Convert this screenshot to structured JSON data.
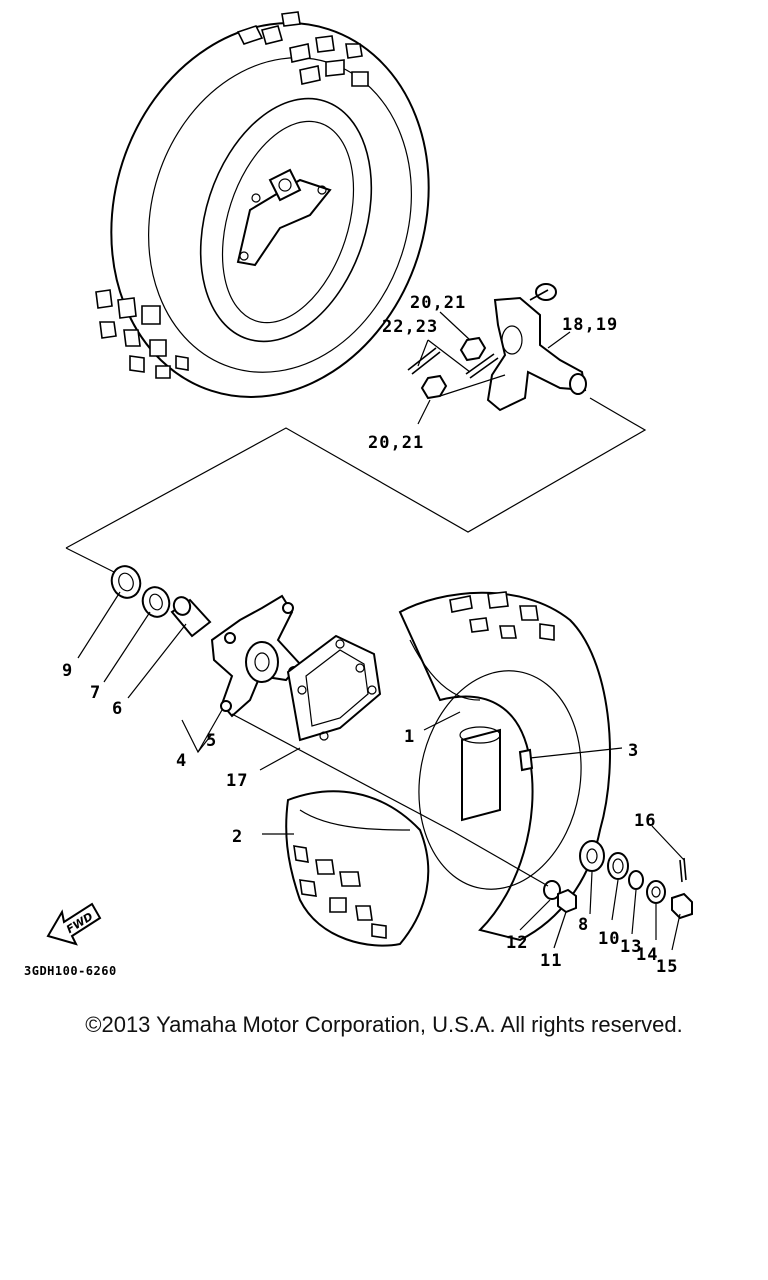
{
  "diagram": {
    "drawing_code": "3GDH100-6260",
    "fwd_label": "FWD",
    "callouts": {
      "c1": "1",
      "c2": "2",
      "c3": "3",
      "c4": "4",
      "c5": "5",
      "c6": "6",
      "c7": "7",
      "c8": "8",
      "c9": "9",
      "c10": "10",
      "c11": "11",
      "c12": "12",
      "c13": "13",
      "c14": "14",
      "c15": "15",
      "c16": "16",
      "c17": "17",
      "c18_19": "18,19",
      "c20_21_top": "20,21",
      "c22_23": "22,23",
      "c20_21_bottom": "20,21"
    }
  },
  "footer": {
    "copyright": "©2013 Yamaha Motor Corporation, U.S.A. All rights reserved."
  }
}
